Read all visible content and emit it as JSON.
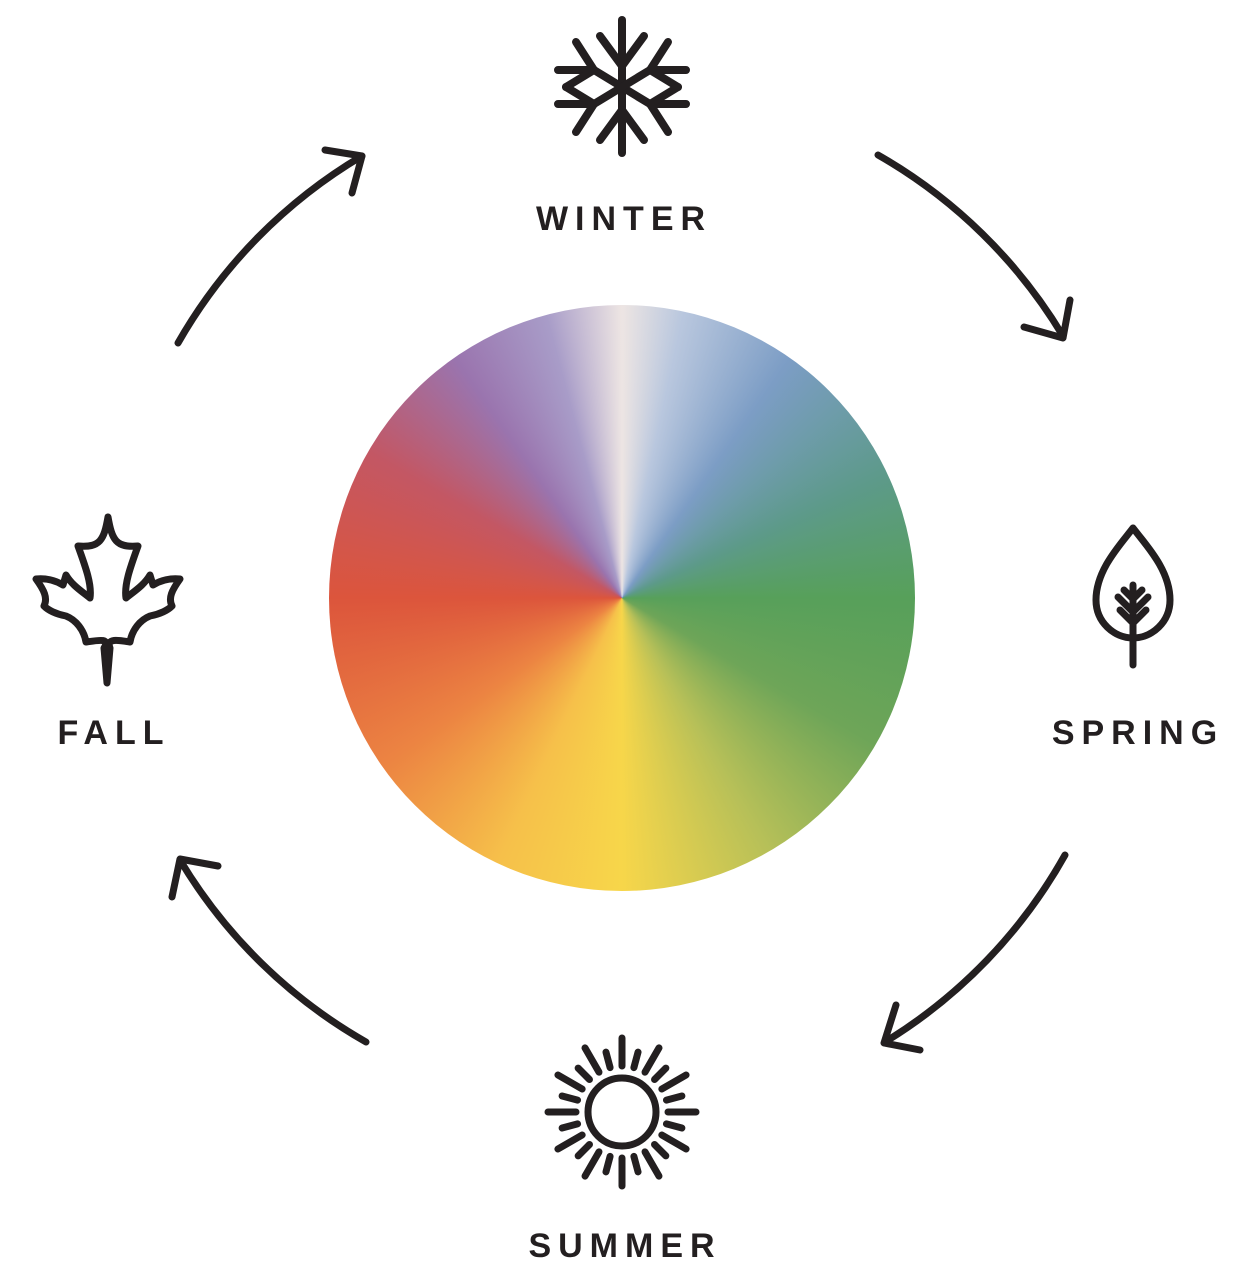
{
  "seasons": {
    "winter": {
      "label": "WINTER",
      "icon": "snowflake-icon"
    },
    "spring": {
      "label": "SPRING",
      "icon": "leaf-icon"
    },
    "summer": {
      "label": "SUMMER",
      "icon": "sun-icon"
    },
    "fall": {
      "label": "FALL",
      "icon": "maple-leaf-icon"
    }
  },
  "colors": {
    "ink": "#231f20",
    "winter": "#ede5e3",
    "spring": "#57a05a",
    "summer": "#f7d64a",
    "fall": "#dc553c"
  }
}
